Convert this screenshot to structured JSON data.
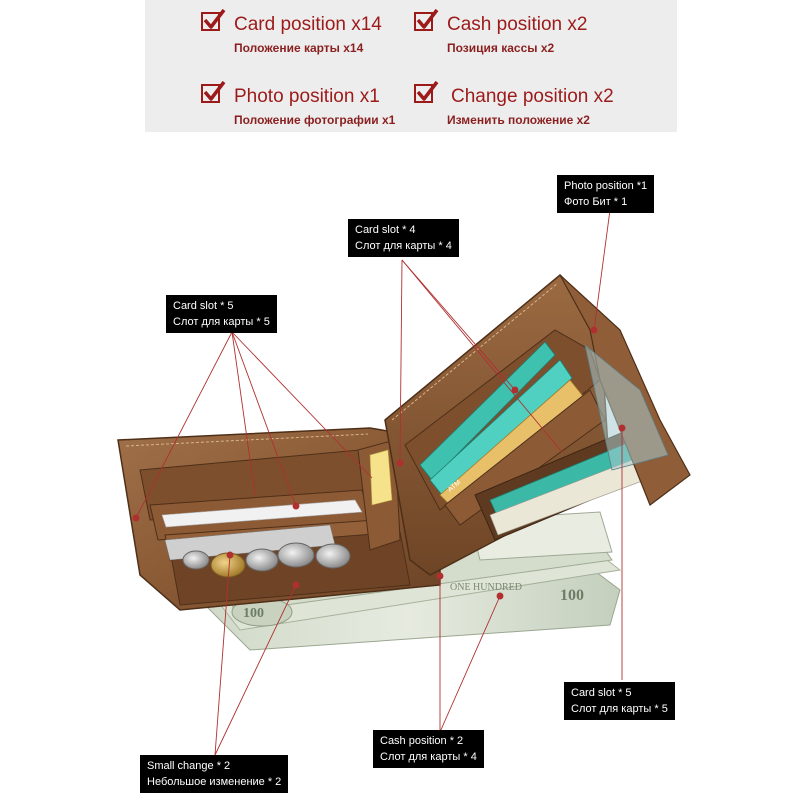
{
  "features": [
    {
      "title": "Card position x14",
      "subtitle": "Положение карты x14"
    },
    {
      "title": "Cash position x2",
      "subtitle": "Позиция кассы x2"
    },
    {
      "title": "Photo position x1",
      "subtitle": "Положение фотографии x1"
    },
    {
      "title": "Change position x2",
      "subtitle": "Изменить положение x2"
    }
  ],
  "callouts": {
    "photo_position": {
      "line1": "Photo position *1",
      "line2": "Фото Бит * 1"
    },
    "card_slot_top": {
      "line1": "Card slot * 4",
      "line2": "Слот для карты * 4"
    },
    "card_slot_left": {
      "line1": "Card slot * 5",
      "line2": "Слот для карты * 5"
    },
    "card_slot_right": {
      "line1": "Card slot * 5",
      "line2": "Слот для карты * 5"
    },
    "cash_position": {
      "line1": "Cash position * 2",
      "line2": "Слот для карты * 4"
    },
    "small_change": {
      "line1": "Small change * 2",
      "line2": "Небольшое изменение * 2"
    }
  },
  "colors": {
    "accent": "#9c1a1a",
    "leather": "#8a5a35",
    "leather_dark": "#5e3a20",
    "callout_bg": "#000000",
    "panel_bg": "#eeeded"
  }
}
